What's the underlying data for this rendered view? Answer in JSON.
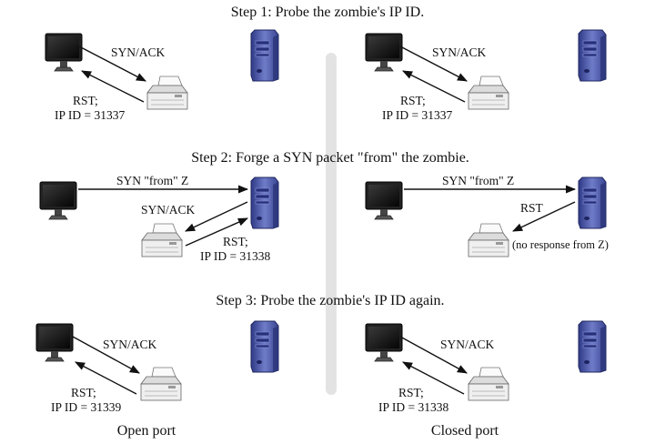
{
  "steps": [
    "Step 1: Probe the zombie's IP ID.",
    "Step 2: Forge a SYN packet \"from\" the zombie.",
    "Step 3: Probe the zombie's IP ID again."
  ],
  "panels": {
    "s1_open": {
      "probe": "SYN/ACK",
      "reply_line1": "RST;",
      "reply_line2": "IP ID = 31337"
    },
    "s1_closed": {
      "probe": "SYN/ACK",
      "reply_line1": "RST;",
      "reply_line2": "IP ID = 31337"
    },
    "s2_open": {
      "forged": "SYN \"from\" Z",
      "synack": "SYN/ACK",
      "reply_line1": "RST;",
      "reply_line2": "IP ID = 31338"
    },
    "s2_closed": {
      "forged": "SYN \"from\" Z",
      "rst": "RST",
      "note": "(no response from Z)"
    },
    "s3_open": {
      "probe": "SYN/ACK",
      "reply_line1": "RST;",
      "reply_line2": "IP ID = 31339"
    },
    "s3_closed": {
      "probe": "SYN/ACK",
      "reply_line1": "RST;",
      "reply_line2": "IP ID = 31338"
    }
  },
  "columns": {
    "open": "Open port",
    "closed": "Closed port"
  },
  "icons": {
    "attacker": "monitor-icon",
    "zombie": "printer-icon",
    "target": "server-tower-icon"
  },
  "colors": {
    "server": "#4a57a8",
    "monitor": "#1a1a1a",
    "printer": "#e8e8e8",
    "divider": "#e0e0e0"
  }
}
